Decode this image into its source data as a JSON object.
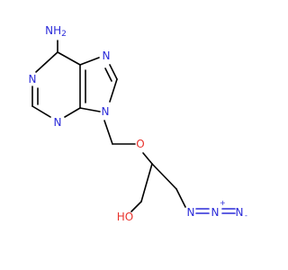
{
  "molecule": {
    "atoms": {
      "amine": "NH",
      "amine_sub": "2",
      "n_ring_top": "N",
      "n_ring_left": "N",
      "n_ring_bottom": "N",
      "n_imidazole_top": "N",
      "n_imidazole_bottom": "N",
      "ether_oxygen": "O",
      "hydroxyl": "HO",
      "azide_n1": "N",
      "azide_n2": "N",
      "azide_n3": "N",
      "azide_n2_charge": "+",
      "azide_n3_charge": "-"
    },
    "colors": {
      "nitrogen": "#2b2bd9",
      "oxygen": "#e8312b",
      "carbon_bond": "#000000"
    }
  }
}
